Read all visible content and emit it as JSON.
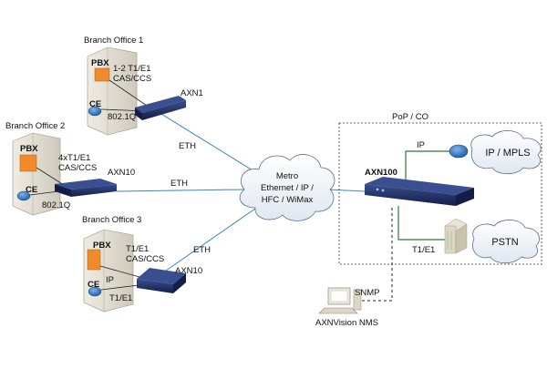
{
  "branches": [
    {
      "title": "Branch Office 1",
      "pbx": "PBX",
      "ce": "CE",
      "link": "1-2 T1/E1\nCAS/CCS",
      "dot1q": "802.1Q",
      "device": "AXN1",
      "uplink": "ETH"
    },
    {
      "title": "Branch Office 2",
      "pbx": "PBX",
      "ce": "CE",
      "link": "4xT1/E1\nCAS/CCS",
      "dot1q": "802.1Q",
      "device": "AXN10",
      "uplink": "ETH"
    },
    {
      "title": "Branch Office 3",
      "pbx": "PBX",
      "ce": "CE",
      "link": "T1/E1\nCAS/CCS",
      "ip": "IP",
      "extra": "T1/E1",
      "device": "AXN10",
      "uplink": "ETH"
    }
  ],
  "cloud": {
    "lines": [
      "Metro",
      "Ethernet / IP /",
      "HFC / WiMax"
    ]
  },
  "pop": {
    "title": "PoP / CO",
    "device": "AXN100",
    "ip_link": "IP",
    "ip_cloud": "IP / MPLS",
    "t1_link": "T1/E1",
    "pstn": "PSTN"
  },
  "nms": {
    "snmp": "SNMP",
    "label": "AXNVision NMS"
  },
  "colors": {
    "link_blue": "#3a86b8",
    "green": "#2f7a3a",
    "device": "#1b2a5e",
    "building": "#d9d5c8",
    "router": "#2e6fb7",
    "cloud_fill": "#ffffff"
  }
}
